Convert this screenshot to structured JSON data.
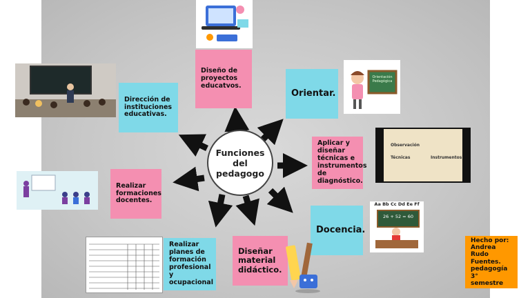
{
  "center": {
    "line1": "Funciones",
    "line2": "del",
    "line3": "pedagogo"
  },
  "cards": {
    "diseno_proyectos": "Diseño de proyectos educatvos.",
    "direccion": "Dirección de instituciones educativas.",
    "orientar": "Orientar.",
    "aplicar": "Aplicar y diseñar técnicas e instrumentos de diagnóstico.",
    "realizar_formaciones": "Realizar formaciones docentes.",
    "docencia": "Docencia.",
    "disenar_material": "Diseñar material didáctico.",
    "realizar_planes": "Realizar planes de formación profesional y ocupacional"
  },
  "credit": "Hecho por: Andrea Rudo Fuentes. pedagogía 3° semestre",
  "images": {
    "orientacion_board": "Orientación Pedagógica",
    "diagnostico_board_1": "Observación",
    "diagnostico_board_2": "Técnicas",
    "diagnostico_board_3": "Instrumentos",
    "alphabet_strip": "Aa Bb Cc Dd Ee Ff",
    "math_board": "26 + 52 = 60"
  },
  "colors": {
    "pink": "#f48fb1",
    "cyan": "#7fd9e8",
    "orange": "#ff9800"
  }
}
